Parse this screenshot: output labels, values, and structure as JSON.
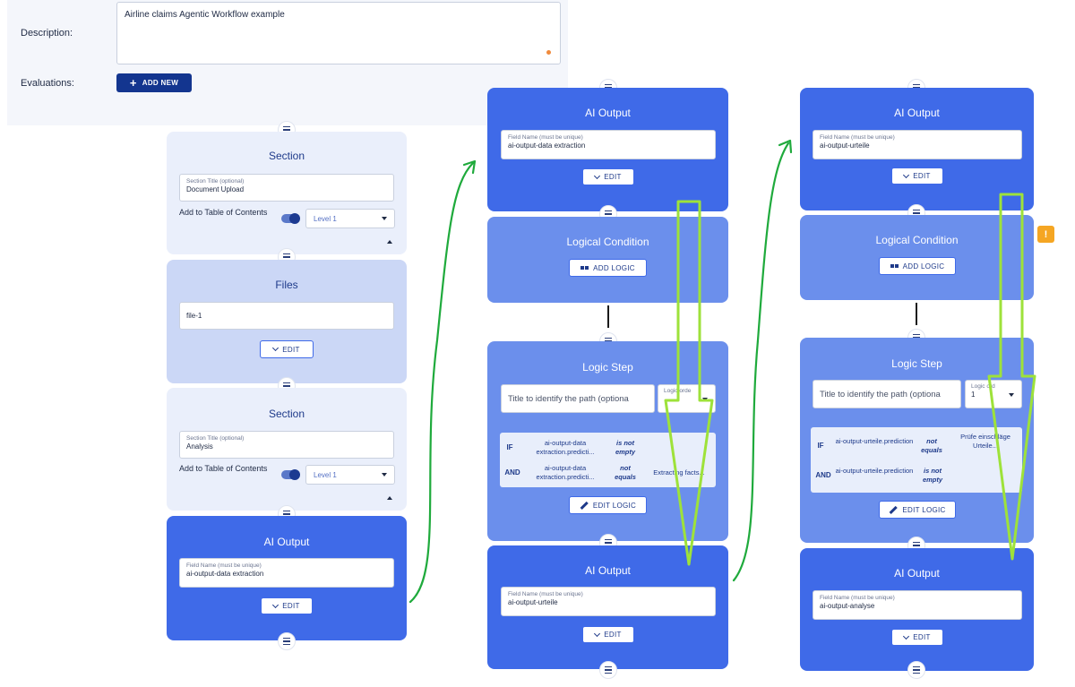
{
  "form": {
    "description_label": "Description:",
    "description_value": "Airline claims Agentic Workflow example",
    "evaluations_label": "Evaluations:",
    "add_new_label": "ADD NEW",
    "add_new_icon": "plus-icon"
  },
  "column1": {
    "section1": {
      "title": "Section",
      "field_label": "Section Title (optional)",
      "field_value": "Document Upload",
      "toc_label": "Add to Table of Contents",
      "level": "Level 1"
    },
    "files": {
      "title": "Files",
      "field_value": "file-1",
      "edit_label": "EDIT"
    },
    "section2": {
      "title": "Section",
      "field_label": "Section Title (optional)",
      "field_value": "Analysis",
      "toc_label": "Add to Table of Contents",
      "level": "Level 1"
    },
    "ai_output": {
      "title": "AI Output",
      "field_label": "Field Name (must be unique)",
      "field_value": "ai-output-data extraction",
      "edit_label": "EDIT"
    }
  },
  "column2": {
    "ai_output1": {
      "title": "AI Output",
      "field_label": "Field Name (must be unique)",
      "field_value": "ai-output-data extraction",
      "edit_label": "EDIT"
    },
    "logical_condition": {
      "title": "Logical Condition",
      "add_logic_label": "ADD LOGIC"
    },
    "logic_step": {
      "title": "Logic Step",
      "path_placeholder": "Title to identify the path (optiona",
      "logic_order_label": "Logic orde",
      "logic_order_value": "",
      "rows": [
        {
          "kw": "IF",
          "field": "ai-output-data extraction.predicti...",
          "op": "is not empty",
          "value": ""
        },
        {
          "kw": "AND",
          "field": "ai-output-data extraction.predicti...",
          "op": "not equals",
          "value": "Extracting facts..."
        }
      ],
      "edit_logic_label": "EDIT LOGIC"
    },
    "ai_output2": {
      "title": "AI Output",
      "field_label": "Field Name (must be unique)",
      "field_value": "ai-output-urteile",
      "edit_label": "EDIT"
    }
  },
  "column3": {
    "ai_output1": {
      "title": "AI Output",
      "field_label": "Field Name (must be unique)",
      "field_value": "ai-output-urteile",
      "edit_label": "EDIT"
    },
    "logical_condition": {
      "title": "Logical Condition",
      "add_logic_label": "ADD LOGIC"
    },
    "logic_step": {
      "title": "Logic Step",
      "path_placeholder": "Title to identify the path (optiona",
      "logic_order_label": "Logic ord",
      "logic_order_value": "1",
      "rows": [
        {
          "kw": "IF",
          "field": "ai-output-urteile.prediction",
          "op": "not equals",
          "value": "Prüfe einschläge Urteile..."
        },
        {
          "kw": "AND",
          "field": "ai-output-urteile.prediction",
          "op": "is not empty",
          "value": ""
        }
      ],
      "edit_logic_label": "EDIT LOGIC"
    },
    "ai_output2": {
      "title": "AI Output",
      "field_label": "Field Name (must be unique)",
      "field_value": "ai-output-analyse",
      "edit_label": "EDIT"
    }
  },
  "warning_badge": "!",
  "colors": {
    "primary": "#3f6ae8",
    "dark": "#13358f",
    "logic": "#6b8fec",
    "annotation_green": "#1faa3c",
    "annotation_lime": "#9ee23a",
    "warning": "#f5a623"
  }
}
